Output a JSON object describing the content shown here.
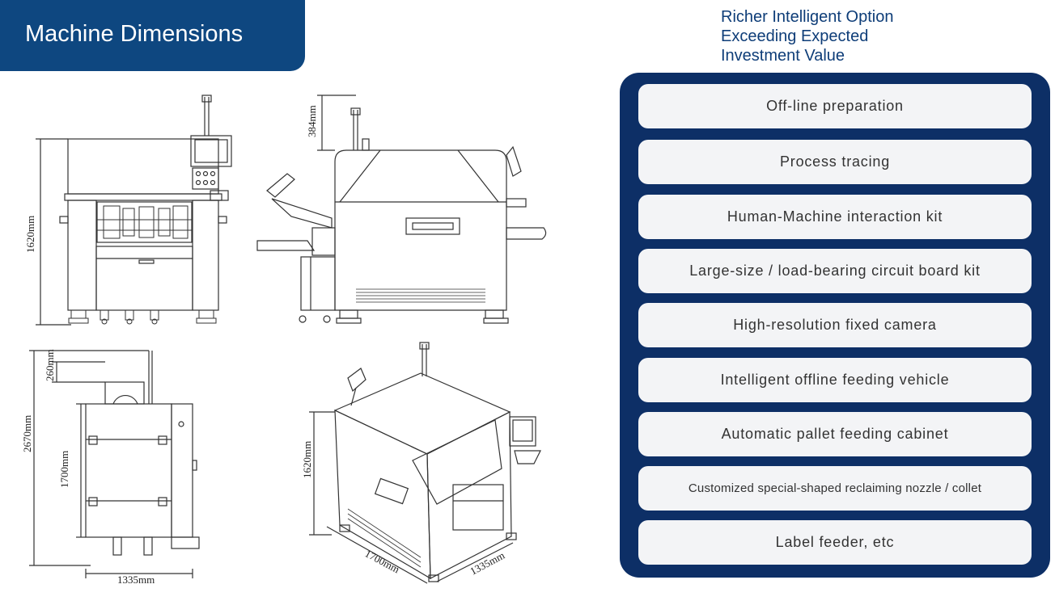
{
  "header": {
    "title": "Machine Dimensions"
  },
  "tagline": {
    "lines": [
      "Richer Intelligent Option",
      "Exceeding Expected",
      "Investment Value"
    ]
  },
  "options": [
    "Off-line preparation",
    "Process tracing",
    "Human-Machine interaction kit",
    "Large-size / load-bearing circuit board kit",
    "High-resolution fixed camera",
    "Intelligent offline feeding vehicle",
    "Automatic pallet feeding cabinet",
    "Customized special-shaped reclaiming nozzle / collet",
    "Label feeder, etc"
  ],
  "dimensions": {
    "front_height": "1620mm",
    "side_tower": "384mm",
    "top_depth_total": "2670mm",
    "top_extension": "260mm",
    "top_depth": "1700mm",
    "top_width": "1335mm",
    "iso_height": "1620mm",
    "iso_depth": "1700mm",
    "iso_width": "1335mm"
  },
  "colors": {
    "header_bg": "#0e4780",
    "panel_bg": "#0d2f66",
    "tagline_text": "#0e3d78",
    "option_bg": "#f3f4f6"
  }
}
